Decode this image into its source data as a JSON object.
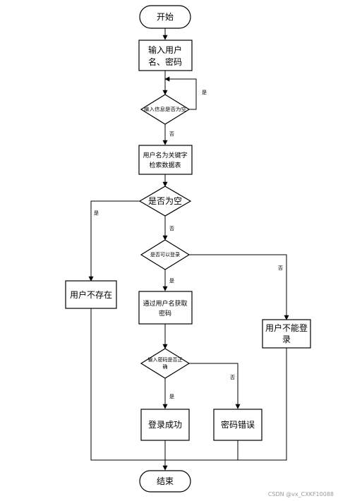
{
  "nodes": {
    "start": "开始",
    "input_user_line1": "输入用户",
    "input_user_line2": "名、密码",
    "check_empty": "输入信息是否为空",
    "search_line1": "用户名为关键字",
    "search_line2": "检索数据表",
    "is_empty": "是否为空",
    "can_login": "是否可以登录",
    "user_not_exist": "用户不存在",
    "get_pwd_line1": "通过用户名获取",
    "get_pwd_line2": "密码",
    "cannot_login_line1": "用户不能登",
    "cannot_login_line2": "录",
    "pwd_correct_line1": "输入密码是否正",
    "pwd_correct_line2": "确",
    "login_success": "登录成功",
    "pwd_error": "密码错误",
    "end": "结束"
  },
  "edge_labels": {
    "yes": "是",
    "no": "否"
  },
  "watermark": "CSDN @vx_CXKF10088"
}
